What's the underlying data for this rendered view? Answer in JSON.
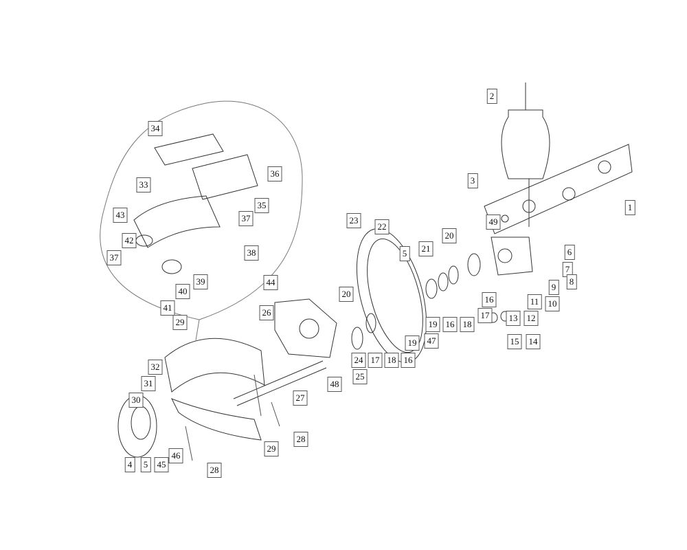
{
  "diagram": {
    "type": "exploded-parts-diagram",
    "part_labels": [
      "34",
      "36",
      "33",
      "35",
      "43",
      "37",
      "42",
      "37",
      "38",
      "39",
      "40",
      "41",
      "2",
      "3",
      "1",
      "49",
      "6",
      "7",
      "23",
      "22",
      "5",
      "21",
      "20",
      "8",
      "9",
      "11",
      "10",
      "12",
      "13",
      "16",
      "17",
      "16",
      "18",
      "19",
      "47",
      "15",
      "14",
      "44",
      "26",
      "20",
      "19",
      "24",
      "17",
      "18",
      "16",
      "25",
      "48",
      "27",
      "29",
      "32",
      "31",
      "30",
      "28",
      "29",
      "46",
      "28",
      "4",
      "5",
      "45"
    ]
  }
}
